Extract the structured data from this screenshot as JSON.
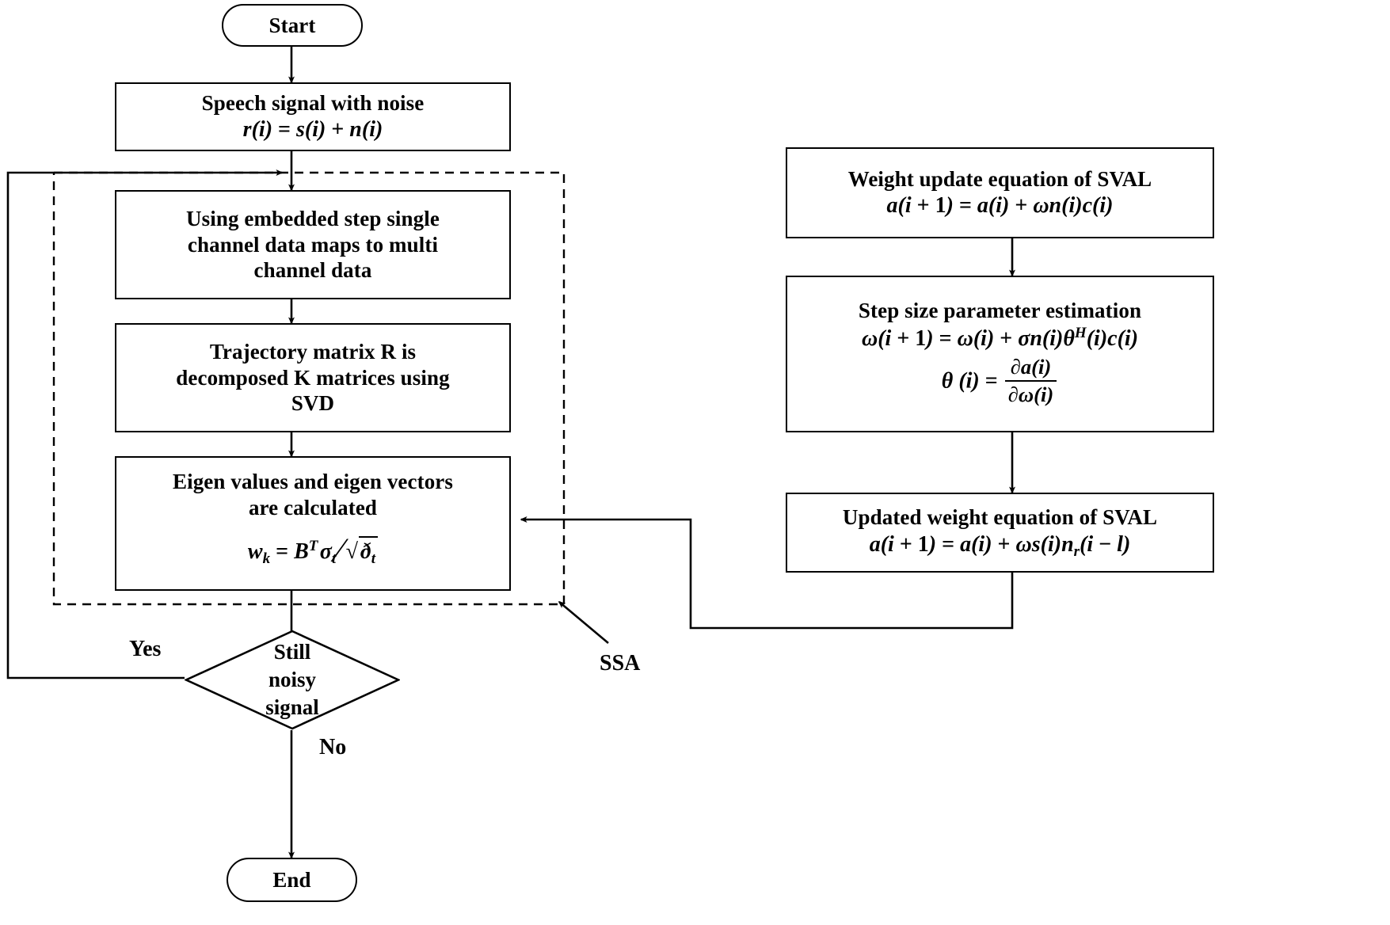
{
  "diagram": {
    "title": "SSA-SVAL speech denoising flowchart",
    "stroke_color": "#000000",
    "background_color": "#ffffff"
  },
  "nodes": {
    "start": {
      "label": "Start",
      "shape": "terminator"
    },
    "end": {
      "label": "End",
      "shape": "terminator"
    },
    "speech_signal": {
      "line1": "Speech signal with noise",
      "equation": {
        "lhs": "r(i)",
        "rhs": "s(i) + n(i)",
        "full": "r(i) = s(i) + n(i)"
      }
    },
    "embedding": {
      "line1": "Using embedded step single",
      "line2": "channel data maps to multi",
      "line3": "channel data"
    },
    "svd": {
      "line1": "Trajectory matrix R is",
      "line2": "decomposed  K matrices using",
      "line3": "SVD"
    },
    "eigen": {
      "line1": "Eigen values and eigen vectors",
      "line2": "are calculated",
      "equation": {
        "lhs": "w",
        "lhs_sub": "k",
        "numerator_base": "B",
        "numerator_sup": "T",
        "numerator_sigma": "σ",
        "numerator_sigma_sub": "t",
        "denominator_radicand": "ð",
        "denominator_radicand_sub": "t",
        "full": "w_k = B^T σ_t / √ð_t"
      }
    },
    "decision": {
      "line1": "Still",
      "line2": "noisy",
      "line3": "signal",
      "yes_label": "Yes",
      "no_label": "No"
    },
    "weight_update": {
      "line1": "Weight update equation of SVAL",
      "equation": {
        "full": "a(i + 1) = a(i) + ωn(i)c(i)"
      }
    },
    "step_size": {
      "line1": "Step size parameter estimation",
      "equation1": {
        "full": "ω(i + 1) = ω(i) + σn(i)θᴴ(i)c(i)"
      },
      "equation2": {
        "lhs": "θ (i)",
        "numerator": "∂a(i)",
        "denominator": "∂ω(i)",
        "full": "θ (i) = ∂a(i) / ∂ω(i)"
      }
    },
    "updated_weight": {
      "line1": "Updated weight equation of SVAL",
      "equation": {
        "full": "a(i + 1) = a(i) + ωs(i)n_r(i − l)"
      }
    }
  },
  "annotations": {
    "ssa_label": "SSA"
  },
  "edges": [
    {
      "from": "start",
      "to": "speech_signal",
      "style": "solid-arrow"
    },
    {
      "from": "speech_signal",
      "to": "embedding",
      "style": "solid-arrow"
    },
    {
      "from": "embedding",
      "to": "svd",
      "style": "solid-arrow"
    },
    {
      "from": "svd",
      "to": "eigen",
      "style": "solid-arrow"
    },
    {
      "from": "eigen",
      "to": "decision",
      "style": "solid-arrow"
    },
    {
      "from": "decision",
      "to": "end",
      "style": "solid-arrow",
      "label": "No"
    },
    {
      "from": "decision",
      "to": "embedding",
      "style": "solid-arrow-loop",
      "label": "Yes"
    },
    {
      "from": "weight_update",
      "to": "step_size",
      "style": "solid-arrow"
    },
    {
      "from": "step_size",
      "to": "updated_weight",
      "style": "solid-arrow"
    },
    {
      "from": "updated_weight",
      "to": "eigen",
      "style": "solid-arrow-feedback"
    },
    {
      "from": "ssa_region",
      "to": "ssa_label",
      "style": "dashed-boundary"
    }
  ]
}
